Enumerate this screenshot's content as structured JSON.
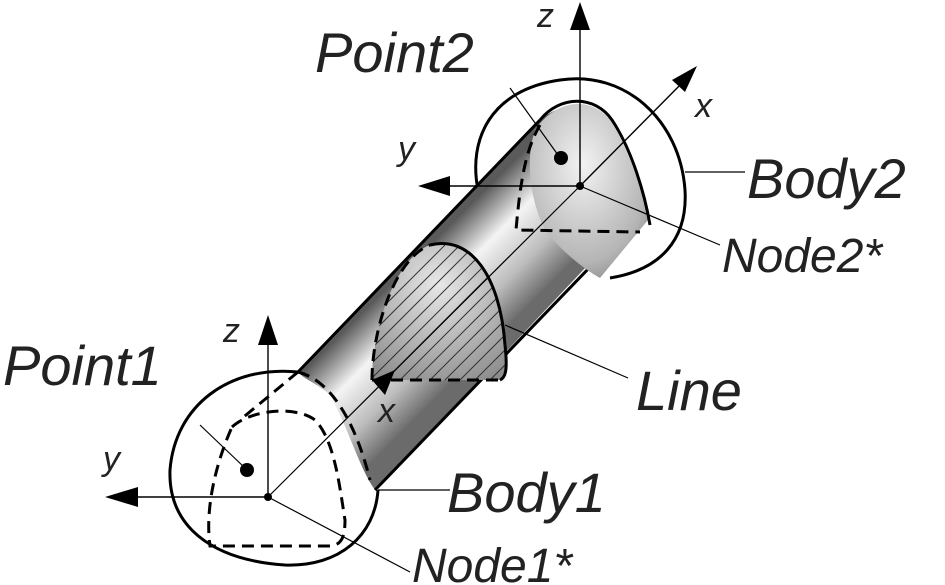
{
  "labels": {
    "point1": "Point1",
    "point2": "Point2",
    "body1": "Body1",
    "body2": "Body2",
    "node1": "Node1*",
    "node2": "Node2*",
    "line": "Line",
    "axis1_z": "z",
    "axis1_y": "y",
    "axis1_x": "x",
    "axis2_z": "z",
    "axis2_y": "y",
    "axis2_x": "x"
  }
}
